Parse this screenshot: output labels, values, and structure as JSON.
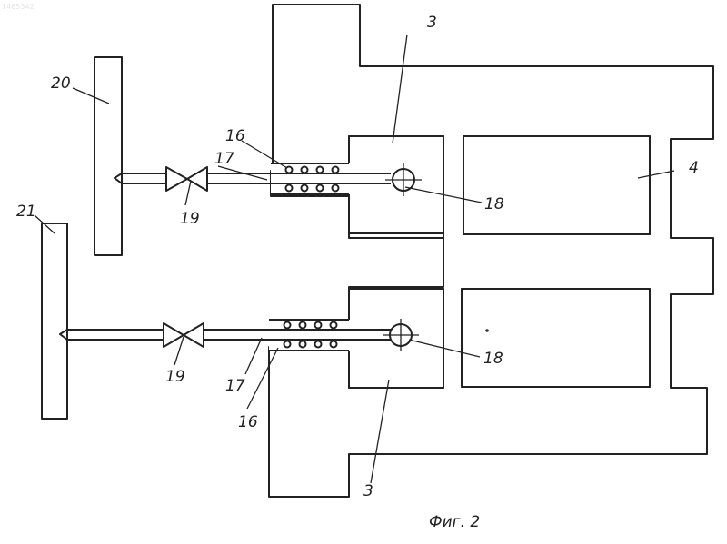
{
  "watermark": "1465342",
  "caption": "Фиг. 2",
  "labels": {
    "l3_top": "3",
    "l3_bottom": "3",
    "l4": "4",
    "l16_top": "16",
    "l16_bottom": "16",
    "l17_top": "17",
    "l17_bottom": "17",
    "l18_top": "18",
    "l18_bottom": "18",
    "l19_top": "19",
    "l19_bottom": "19",
    "l20": "20",
    "l21": "21"
  }
}
